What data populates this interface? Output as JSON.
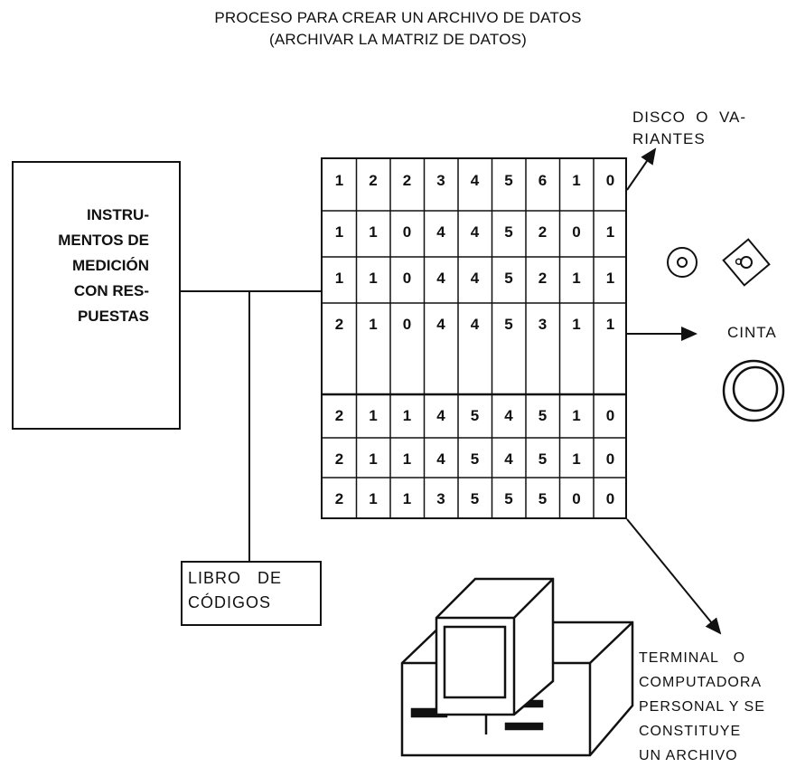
{
  "title": {
    "line1": "PROCESO PARA CREAR UN ARCHIVO DE DATOS",
    "line2": "(ARCHIVAR LA MATRIZ DE DATOS)"
  },
  "instruments": {
    "lines": [
      "INSTRU-",
      "MENTOS DE",
      "MEDICIÓN",
      "CON RES-",
      "PUESTAS"
    ]
  },
  "codebook": {
    "lines": [
      "LIBRO   DE",
      "CÓDIGOS"
    ]
  },
  "matrix": {
    "rows": [
      [
        "1",
        "2",
        "2",
        "3",
        "4",
        "5",
        "6",
        "1",
        "0"
      ],
      [
        "1",
        "1",
        "0",
        "4",
        "4",
        "5",
        "2",
        "0",
        "1"
      ],
      [
        "1",
        "1",
        "0",
        "4",
        "4",
        "5",
        "2",
        "1",
        "1"
      ],
      [
        "2",
        "1",
        "0",
        "4",
        "4",
        "5",
        "3",
        "1",
        "1"
      ],
      [
        "2",
        "1",
        "1",
        "4",
        "5",
        "4",
        "5",
        "1",
        "0"
      ],
      [
        "2",
        "1",
        "1",
        "4",
        "5",
        "4",
        "5",
        "1",
        "0"
      ],
      [
        "2",
        "1",
        "1",
        "3",
        "5",
        "5",
        "5",
        "0",
        "0"
      ]
    ]
  },
  "outputs": {
    "disk": [
      "DISCO  O  VA-",
      "RIANTES"
    ],
    "tape": "CINTA",
    "terminal": [
      "TERMINAL   O",
      "COMPUTADORA",
      "PERSONAL Y SE",
      "CONSTITUYE",
      "UN ARCHIVO"
    ]
  }
}
